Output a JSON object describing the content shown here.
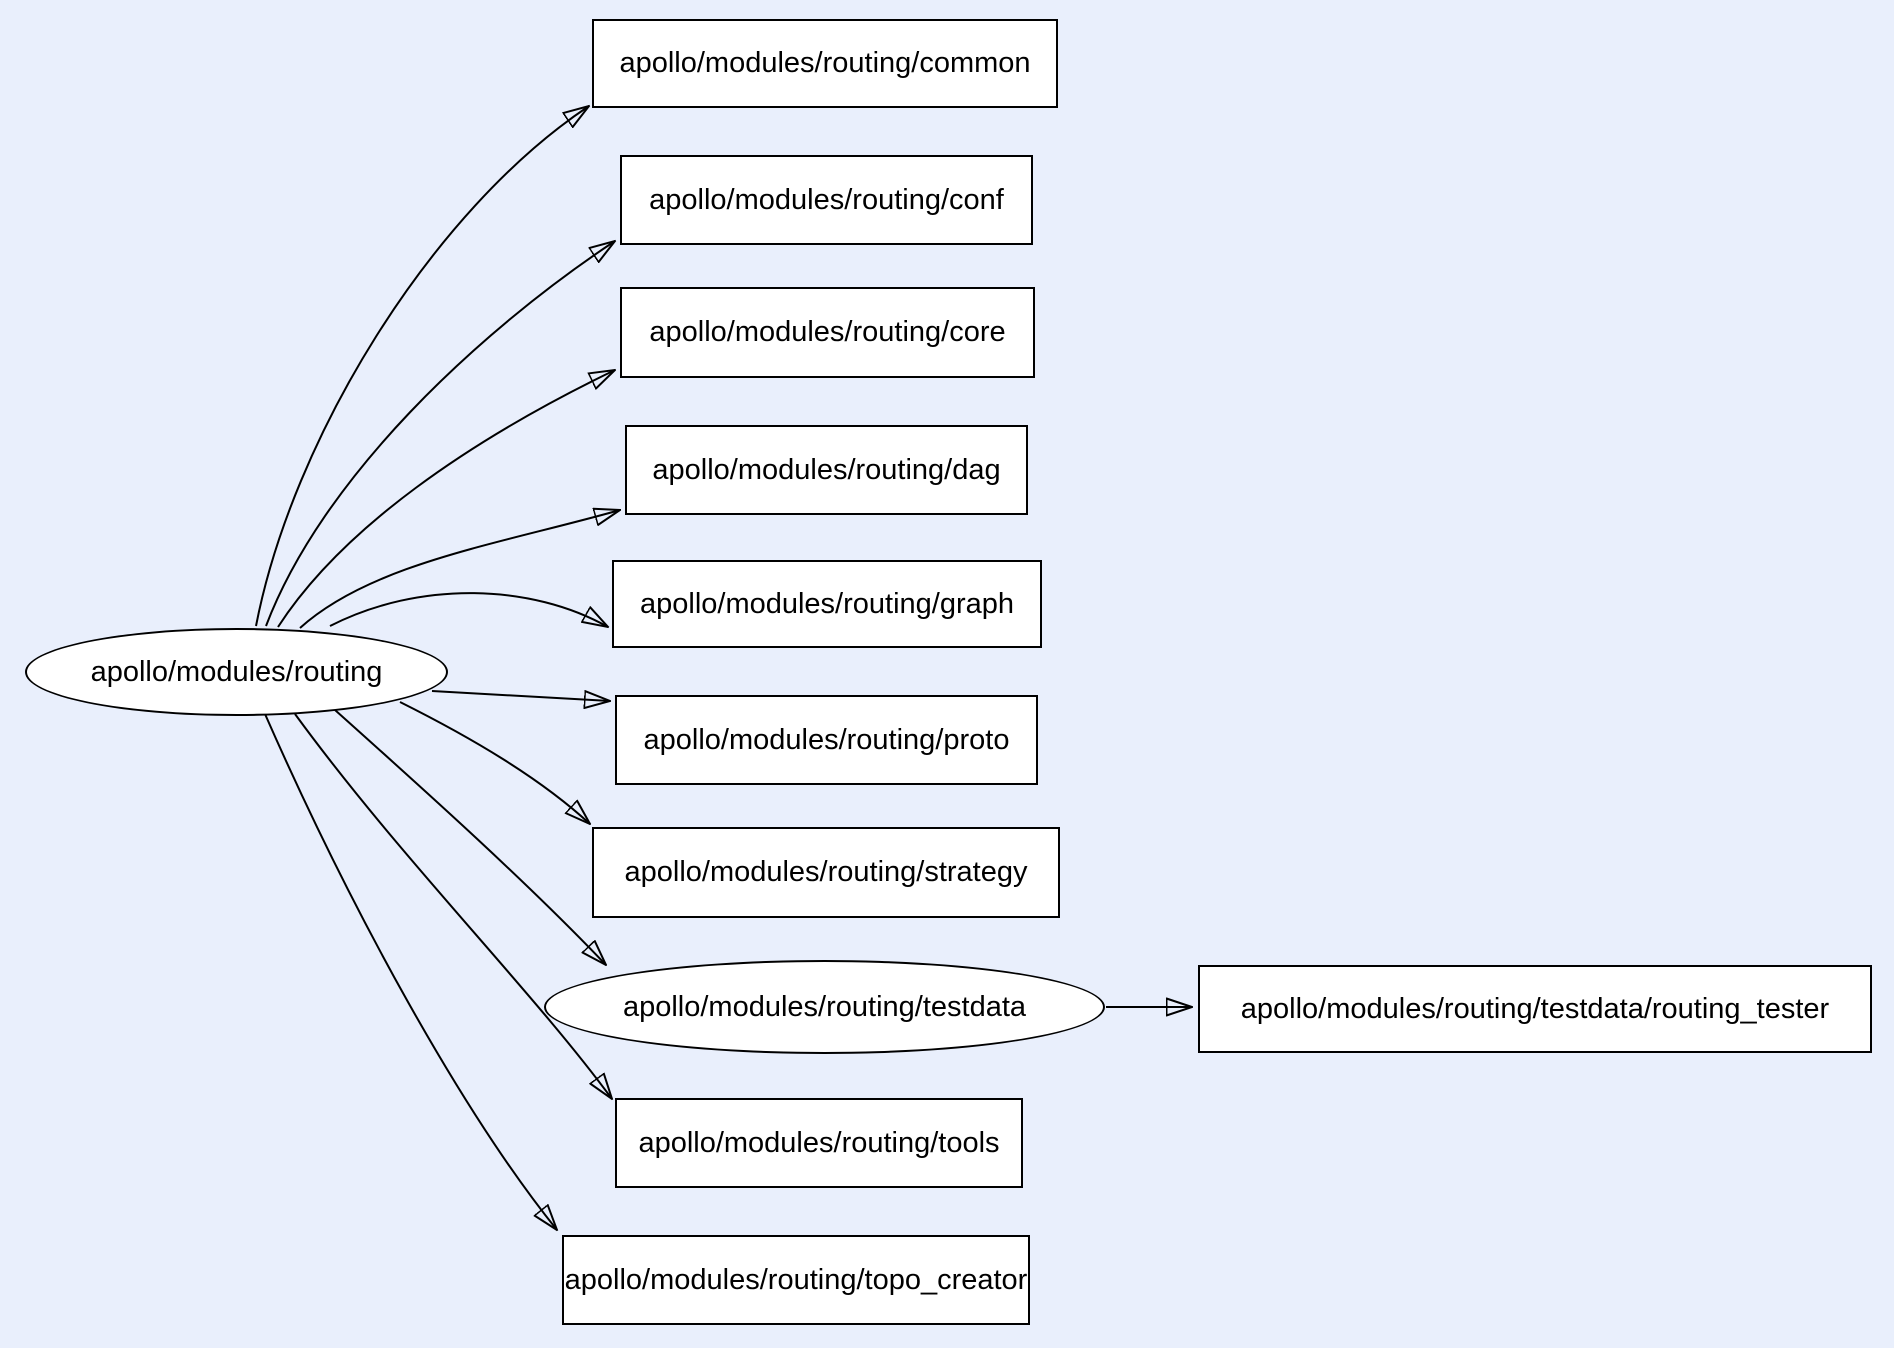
{
  "diagram": {
    "kind": "module-dependency-graph",
    "background_color": "#e9effc",
    "node_fill_color": "#ffffff",
    "node_border_color": "#000000",
    "edge_color": "#000000",
    "text_color": "#000000",
    "nodes": [
      {
        "id": "routing",
        "label": "apollo/modules/routing",
        "shape": "ellipse"
      },
      {
        "id": "common",
        "label": "apollo/modules/routing/common",
        "shape": "box"
      },
      {
        "id": "conf",
        "label": "apollo/modules/routing/conf",
        "shape": "box"
      },
      {
        "id": "core",
        "label": "apollo/modules/routing/core",
        "shape": "box"
      },
      {
        "id": "dag",
        "label": "apollo/modules/routing/dag",
        "shape": "box"
      },
      {
        "id": "graph",
        "label": "apollo/modules/routing/graph",
        "shape": "box"
      },
      {
        "id": "proto",
        "label": "apollo/modules/routing/proto",
        "shape": "box"
      },
      {
        "id": "strategy",
        "label": "apollo/modules/routing/strategy",
        "shape": "box"
      },
      {
        "id": "testdata",
        "label": "apollo/modules/routing/testdata",
        "shape": "ellipse"
      },
      {
        "id": "tools",
        "label": "apollo/modules/routing/tools",
        "shape": "box"
      },
      {
        "id": "topo_creator",
        "label": "apollo/modules/routing/topo_creator",
        "shape": "box"
      },
      {
        "id": "routing_tester",
        "label": "apollo/modules/routing/testdata/routing_tester",
        "shape": "box"
      }
    ],
    "edges": [
      {
        "from": "apollo/modules/routing",
        "to": "apollo/modules/routing/common"
      },
      {
        "from": "apollo/modules/routing",
        "to": "apollo/modules/routing/conf"
      },
      {
        "from": "apollo/modules/routing",
        "to": "apollo/modules/routing/core"
      },
      {
        "from": "apollo/modules/routing",
        "to": "apollo/modules/routing/dag"
      },
      {
        "from": "apollo/modules/routing",
        "to": "apollo/modules/routing/graph"
      },
      {
        "from": "apollo/modules/routing",
        "to": "apollo/modules/routing/proto"
      },
      {
        "from": "apollo/modules/routing",
        "to": "apollo/modules/routing/strategy"
      },
      {
        "from": "apollo/modules/routing",
        "to": "apollo/modules/routing/testdata"
      },
      {
        "from": "apollo/modules/routing",
        "to": "apollo/modules/routing/tools"
      },
      {
        "from": "apollo/modules/routing",
        "to": "apollo/modules/routing/topo_creator"
      },
      {
        "from": "apollo/modules/routing/testdata",
        "to": "apollo/modules/routing/testdata/routing_tester"
      }
    ]
  }
}
